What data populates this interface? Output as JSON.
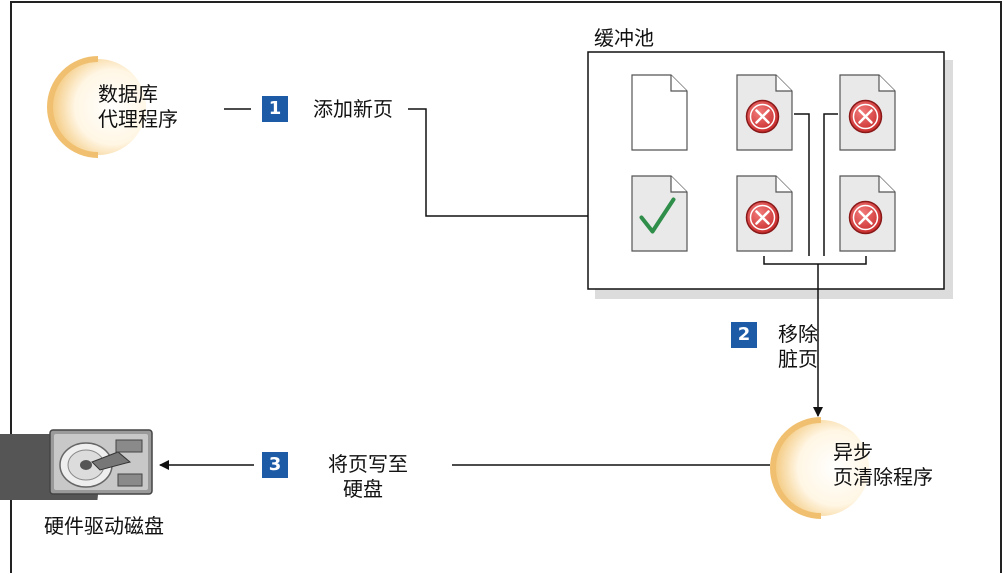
{
  "db_agent": {
    "line1": "数据库",
    "line2": "代理程序"
  },
  "step1": {
    "number": "1",
    "label": "添加新页"
  },
  "buffer_pool": {
    "title": "缓冲池"
  },
  "step2": {
    "number": "2",
    "line1": "移除",
    "line2": "脏页"
  },
  "cleaner": {
    "line1": "异步",
    "line2": "页清除程序"
  },
  "step3": {
    "number": "3",
    "line1": "将页写至",
    "line2": "硬盘"
  },
  "disk": {
    "label": "硬件驱动磁盘"
  },
  "pages": [
    {
      "state": "empty",
      "icon": "blank-page-icon"
    },
    {
      "state": "dirty",
      "icon": "error-page-icon"
    },
    {
      "state": "dirty",
      "icon": "error-page-icon"
    },
    {
      "state": "clean",
      "icon": "check-page-icon"
    },
    {
      "state": "dirty",
      "icon": "error-page-icon"
    },
    {
      "state": "dirty",
      "icon": "error-page-icon"
    }
  ],
  "colors": {
    "badge": "#1e5ba6",
    "agent_ring": "#f3c77a",
    "check": "#2f8f4a",
    "error": "#d23a3a",
    "page": "#e9e9e9"
  }
}
